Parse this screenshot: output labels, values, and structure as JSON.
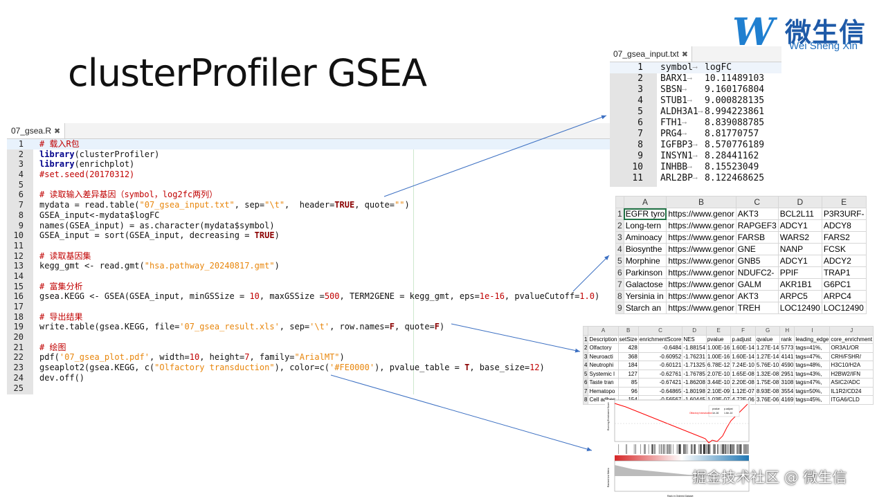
{
  "slide": {
    "title": "clusterProfiler GSEA"
  },
  "logo": {
    "mark": "W",
    "name_cn": "微生信",
    "name_en": "Wei Sheng Xin"
  },
  "editor": {
    "tab_label": "07_gsea.R",
    "lines": [
      {
        "n": "1",
        "parts": [
          [
            "cm",
            "# 载入R包"
          ]
        ]
      },
      {
        "n": "2",
        "parts": [
          [
            "kw",
            "library"
          ],
          [
            "",
            "(clusterProfiler)"
          ]
        ]
      },
      {
        "n": "3",
        "parts": [
          [
            "kw",
            "library"
          ],
          [
            "",
            "(enrichplot)"
          ]
        ]
      },
      {
        "n": "4",
        "parts": [
          [
            "cm",
            "#set.seed(20170312)"
          ]
        ]
      },
      {
        "n": "5",
        "parts": []
      },
      {
        "n": "6",
        "parts": [
          [
            "cm",
            "# 读取输入差异基因（symbol，log2fc两列）"
          ]
        ]
      },
      {
        "n": "7",
        "parts": [
          [
            "",
            "mydata = read.table("
          ],
          [
            "st",
            "\"07_gsea_input.txt\""
          ],
          [
            "",
            ", sep="
          ],
          [
            "st",
            "\"\\t\""
          ],
          [
            "",
            ",  header="
          ],
          [
            "bo",
            "TRUE"
          ],
          [
            "",
            ", quote="
          ],
          [
            "st",
            "\"\""
          ],
          [
            "",
            ")"
          ]
        ]
      },
      {
        "n": "8",
        "parts": [
          [
            "",
            "GSEA_input<-mydata$logFC"
          ]
        ]
      },
      {
        "n": "9",
        "parts": [
          [
            "",
            "names(GSEA_input) = as.character(mydata$symbol)"
          ]
        ]
      },
      {
        "n": "10",
        "parts": [
          [
            "",
            "GSEA_input = sort(GSEA_input, decreasing = "
          ],
          [
            "bo",
            "TRUE"
          ],
          [
            "",
            ")"
          ]
        ]
      },
      {
        "n": "11",
        "parts": []
      },
      {
        "n": "12",
        "parts": [
          [
            "cm",
            "# 读取基因集"
          ]
        ]
      },
      {
        "n": "13",
        "parts": [
          [
            "",
            "kegg_gmt <- read.gmt("
          ],
          [
            "st",
            "\"hsa.pathway_20240817.gmt\""
          ],
          [
            "",
            ")"
          ]
        ]
      },
      {
        "n": "14",
        "parts": []
      },
      {
        "n": "15",
        "parts": [
          [
            "cm",
            "# 富集分析"
          ]
        ]
      },
      {
        "n": "16",
        "parts": [
          [
            "",
            "gsea.KEGG <- GSEA(GSEA_input, minGSSize = "
          ],
          [
            "nu",
            "10"
          ],
          [
            "",
            ", maxGSSize ="
          ],
          [
            "nu",
            "500"
          ],
          [
            "",
            ", TERM2GENE = kegg_gmt, eps="
          ],
          [
            "nu",
            "1e-16"
          ],
          [
            "",
            ", pvalueCutoff="
          ],
          [
            "nu",
            "1.0"
          ],
          [
            "",
            ")"
          ]
        ]
      },
      {
        "n": "17",
        "parts": []
      },
      {
        "n": "18",
        "parts": [
          [
            "cm",
            "# 导出结果"
          ]
        ]
      },
      {
        "n": "19",
        "parts": [
          [
            "",
            "write.table(gsea.KEGG, file="
          ],
          [
            "st",
            "'07_gsea_result.xls'"
          ],
          [
            "",
            ", sep="
          ],
          [
            "st",
            "'\\t'"
          ],
          [
            "",
            ", row.names="
          ],
          [
            "bo",
            "F"
          ],
          [
            "",
            ", quote="
          ],
          [
            "bo",
            "F"
          ],
          [
            "",
            ")"
          ]
        ]
      },
      {
        "n": "20",
        "parts": []
      },
      {
        "n": "21",
        "parts": [
          [
            "cm",
            "# 绘图"
          ]
        ]
      },
      {
        "n": "22",
        "parts": [
          [
            "",
            "pdf("
          ],
          [
            "st",
            "'07_gsea_plot.pdf'"
          ],
          [
            "",
            ", width="
          ],
          [
            "nu",
            "10"
          ],
          [
            "",
            ", height="
          ],
          [
            "nu",
            "7"
          ],
          [
            "",
            ", family="
          ],
          [
            "st",
            "\"ArialMT\""
          ],
          [
            "",
            ")"
          ]
        ]
      },
      {
        "n": "23",
        "parts": [
          [
            "",
            "gseaplot2(gsea.KEGG, c("
          ],
          [
            "st",
            "\"Olfactory transduction\""
          ],
          [
            "",
            "), color=c("
          ],
          [
            "st",
            "'#FE0000'"
          ],
          [
            "",
            "), pvalue_table = "
          ],
          [
            "bo",
            "T"
          ],
          [
            "",
            ", base_size="
          ],
          [
            "nu",
            "12"
          ],
          [
            "",
            ")"
          ]
        ]
      },
      {
        "n": "24",
        "parts": [
          [
            "",
            "dev.off()"
          ]
        ]
      },
      {
        "n": "25",
        "parts": []
      }
    ]
  },
  "input_file": {
    "tab_label": "07_gsea_input.txt",
    "rows": [
      {
        "n": "1",
        "symbol": "symbol",
        "value": "logFC"
      },
      {
        "n": "2",
        "symbol": "BARX1",
        "value": "10.11489103"
      },
      {
        "n": "3",
        "symbol": "SBSN",
        "value": "9.160176804"
      },
      {
        "n": "4",
        "symbol": "STUB1",
        "value": "9.000828135"
      },
      {
        "n": "5",
        "symbol": "ALDH3A1",
        "value": "8.994223861"
      },
      {
        "n": "6",
        "symbol": "FTH1",
        "value": "8.839088785"
      },
      {
        "n": "7",
        "symbol": "PRG4",
        "value": "8.81770757"
      },
      {
        "n": "8",
        "symbol": "IGFBP3",
        "value": "8.570776189"
      },
      {
        "n": "9",
        "symbol": "INSYN1",
        "value": "8.28441162"
      },
      {
        "n": "10",
        "symbol": "INHBB",
        "value": "8.15523049"
      },
      {
        "n": "11",
        "symbol": "ARL2BP",
        "value": "8.122468625"
      }
    ]
  },
  "gmt_sheet": {
    "columns": [
      "A",
      "B",
      "C",
      "D",
      "E"
    ],
    "rows": [
      [
        "1",
        "EGFR tyro",
        "https://www.genor",
        "AKT3",
        "BCL2L11",
        "P3R3URF-"
      ],
      [
        "2",
        "Long-tern",
        "https://www.genor",
        "RAPGEF3",
        "ADCY1",
        "ADCY8"
      ],
      [
        "3",
        "Aminoacy",
        "https://www.genor",
        "FARSB",
        "WARS2",
        "FARS2"
      ],
      [
        "4",
        "Biosynthe",
        "https://www.genor",
        "GNE",
        "NANP",
        "FCSK"
      ],
      [
        "5",
        "Morphine",
        "https://www.genor",
        "GNB5",
        "ADCY1",
        "ADCY2"
      ],
      [
        "6",
        "Parkinson",
        "https://www.genor",
        "NDUFC2-",
        "PPIF",
        "TRAP1"
      ],
      [
        "7",
        "Galactose",
        "https://www.genor",
        "GALM",
        "AKR1B1",
        "G6PC1"
      ],
      [
        "8",
        "Yersinia in",
        "https://www.genor",
        "AKT3",
        "ARPC5",
        "ARPC4"
      ],
      [
        "9",
        "Starch an",
        "https://www.genor",
        "TREH",
        "LOC12490",
        "LOC12490"
      ]
    ]
  },
  "result_sheet": {
    "columns": [
      "A",
      "B",
      "C",
      "D",
      "E",
      "F",
      "G",
      "H",
      "I",
      "J"
    ],
    "rows": [
      [
        "1",
        "Description",
        "setSize",
        "enrichmentScore",
        "NES",
        "pvalue",
        "p.adjust",
        "qvalue",
        "rank",
        "leading_edge",
        "core_enrichment"
      ],
      [
        "2",
        "Olfactory",
        "428",
        "-0.6484",
        "-1.88154",
        "1.00E-16",
        "1.60E-14",
        "1.27E-14",
        "5773",
        "tags=41%,",
        "OR3A1/OR"
      ],
      [
        "3",
        "Neuroacti",
        "368",
        "-0.60952",
        "-1.76231",
        "1.00E-16",
        "1.60E-14",
        "1.27E-14",
        "4141",
        "tags=47%,",
        "CRH/FSHR/"
      ],
      [
        "4",
        "Neutrophi",
        "184",
        "-0.60121",
        "-1.71325",
        "6.78E-12",
        "7.24E-10",
        "5.76E-10",
        "4590",
        "tags=48%,",
        "H3C10/H2A"
      ],
      [
        "5",
        "Systemic l",
        "127",
        "-0.62761",
        "-1.76785",
        "2.07E-10",
        "1.65E-08",
        "1.32E-08",
        "2951",
        "tags=43%,",
        "H2BW2/IFN"
      ],
      [
        "6",
        "Taste tran",
        "85",
        "-0.67421",
        "-1.86208",
        "3.44E-10",
        "2.20E-08",
        "1.75E-08",
        "3108",
        "tags=47%,",
        "ASIC2/ADC"
      ],
      [
        "7",
        "Hematopo",
        "96",
        "-0.64865",
        "-1.80198",
        "2.10E-09",
        "1.12E-07",
        "8.93E-08",
        "3554",
        "tags=50%,",
        "IL1R2/CD24"
      ],
      [
        "8",
        "Cell adhes",
        "154",
        "-0.56567",
        "-1.60445",
        "1.03E-07",
        "4.72E-06",
        "3.76E-06",
        "4169",
        "tags=45%,",
        "ITGA6/CLD"
      ]
    ]
  },
  "gsea_plot": {
    "table_headers": [
      "pvalue",
      "p.adjust"
    ],
    "table_values": [
      "1e-16",
      "1.6e-14"
    ],
    "legend_label": "Olfactory transduction",
    "y_label_top": "Running Enrichment Score",
    "y_label_bottom": "Ranked List Metric",
    "x_label": "Rank in Ordered Dataset",
    "curve_color": "#FE0000",
    "heat_colors": [
      "#d62728",
      "#ffffff",
      "#1f77b4"
    ]
  },
  "watermark": {
    "text": "掘金技术社区 @ 微生信"
  },
  "colors": {
    "comment": "#c00000",
    "keyword": "#00008b",
    "string": "#e8860c",
    "arrow": "#3b6fc2",
    "logo": "#1f7fd0"
  }
}
